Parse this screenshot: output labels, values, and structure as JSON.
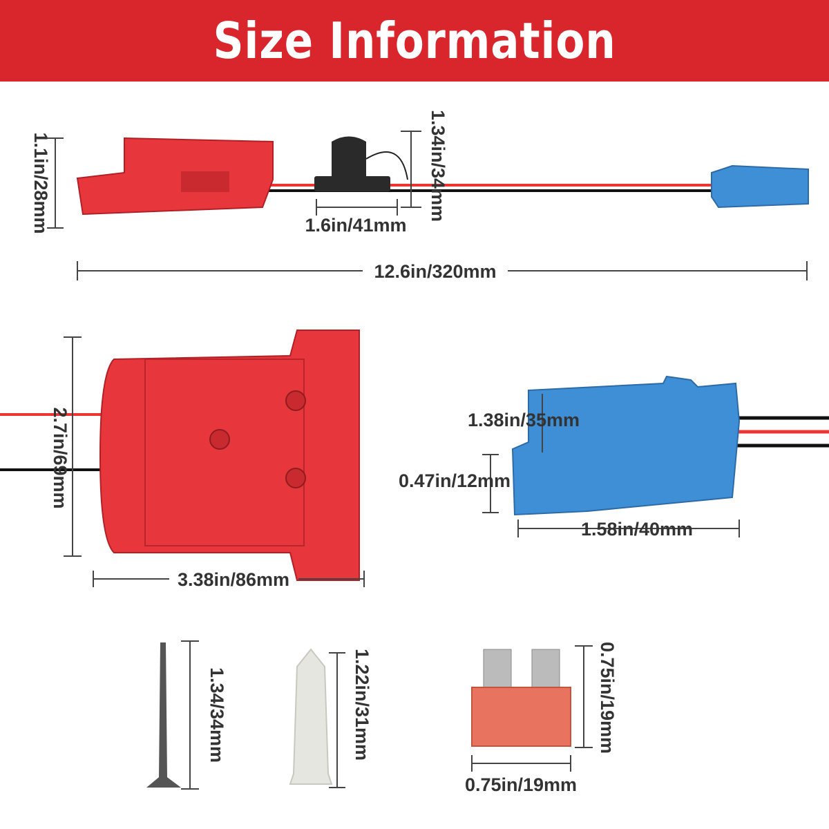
{
  "title": "Size Information",
  "colors": {
    "banner": "#d9262c",
    "adapter_red": "#e8373c",
    "connector_blue": "#3f8fd6",
    "fuse_holder": "#2a2a2a",
    "fuse": "#e8735e",
    "anchor": "#e6e6e0",
    "screw": "#555555"
  },
  "dimensions": {
    "adapter_height": "1.1in/28mm",
    "fuse_holder_height": "1.34in/34mm",
    "fuse_holder_length": "1.6in/41mm",
    "total_length": "12.6in/320mm",
    "adapter_width": "2.7in/69mm",
    "adapter_length": "3.38in/86mm",
    "connector_height": "1.38in/35mm",
    "connector_tab": "0.47in/12mm",
    "connector_length": "1.58in/40mm",
    "screw_length": "1.34/34mm",
    "anchor_length": "1.22in/31mm",
    "fuse_height": "0.75in/19mm",
    "fuse_width": "0.75in/19mm"
  }
}
